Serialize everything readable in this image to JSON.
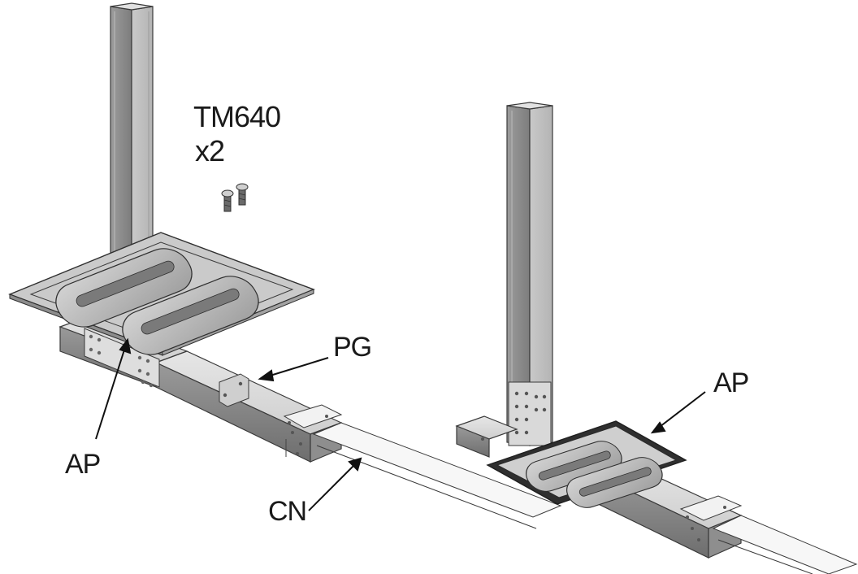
{
  "figure": {
    "part_code": "TM640",
    "quantity": "x2",
    "labels": {
      "pg": "PG",
      "ap_left": "AP",
      "ap_right": "AP",
      "cn": "CN"
    }
  },
  "colors": {
    "metal_light": "#d7d7d7",
    "metal_mid": "#a9a9a9",
    "metal_dark": "#6f6f6f",
    "pad_fill": "#bdbdbd",
    "outline": "#333333",
    "text": "#1a1a1a"
  }
}
